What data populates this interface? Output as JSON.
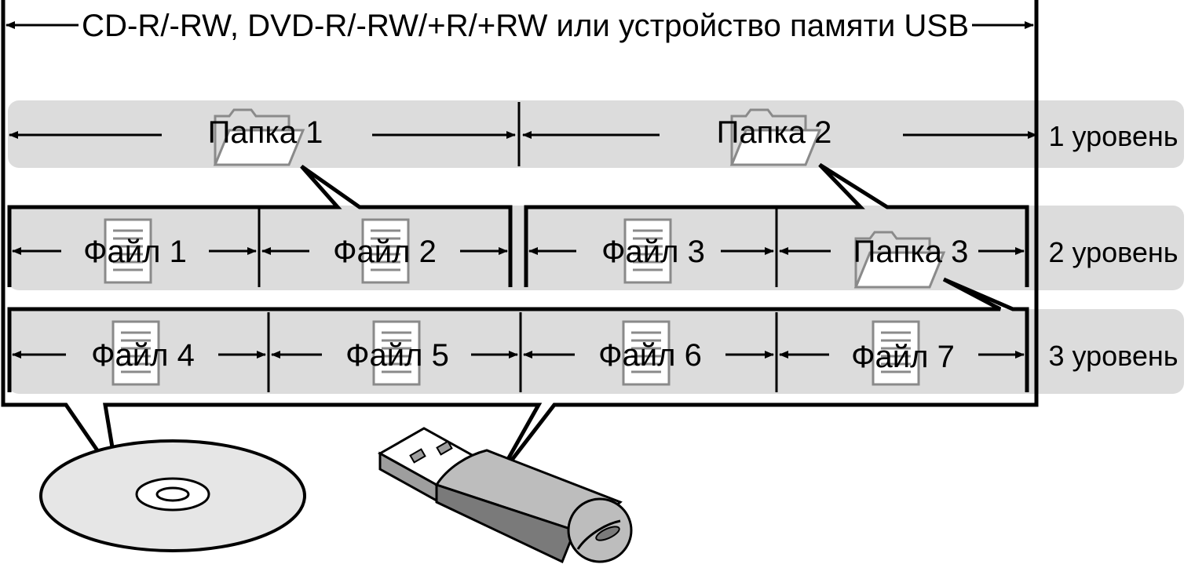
{
  "title": "CD-R/-RW, DVD-R/-RW/+R/+RW или устройство памяти USB",
  "levels": [
    "1 уровень",
    "2 уровень",
    "3 уровень"
  ],
  "level1": {
    "folder1": "Папка 1",
    "folder2": "Папка 2"
  },
  "level2": {
    "file1": "Файл 1",
    "file2": "Файл 2",
    "file3": "Файл 3",
    "folder3": "Папка 3"
  },
  "level3": {
    "file4": "Файл 4",
    "file5": "Файл 5",
    "file6": "Файл 6",
    "file7": "Файл 7"
  },
  "colors": {
    "band": "#dcdcdc",
    "stroke": "#000000",
    "icon": "#8a8a8a",
    "disc": "#e6e6e6",
    "usb_body": "#bdbdbd",
    "usb_cap": "#7a7a7a"
  },
  "icons": [
    "folder-icon",
    "file-icon",
    "cd-disc-icon",
    "usb-drive-icon"
  ]
}
